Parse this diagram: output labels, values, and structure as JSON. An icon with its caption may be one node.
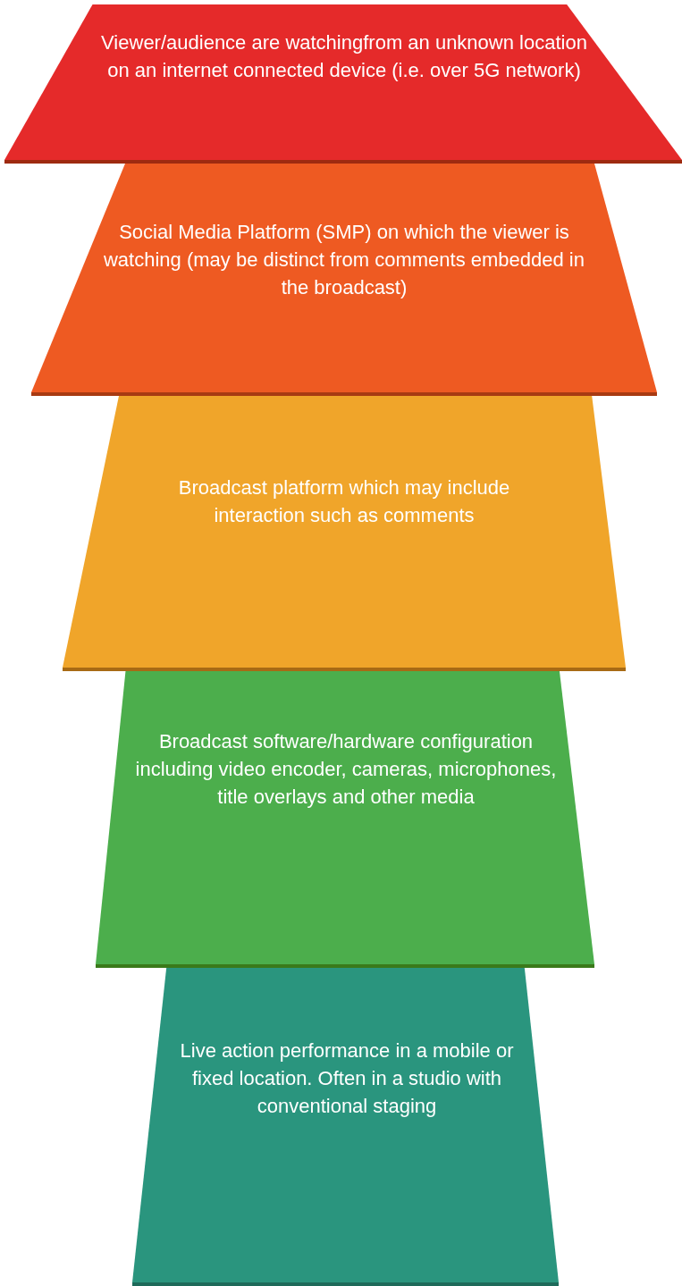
{
  "diagram": {
    "nodes": [
      {
        "text": [
          "Viewer/audience are watchingfrom an unknown location on an internet connected device (i.e. over 5G network)"
        ]
      },
      {
        "text": [
          "Social Media Platform (SMP) on which the viewer is watching (may be distinct from comments embedded in the broadcast)"
        ]
      },
      {
        "text": [
          "Broadcast platform which may include interaction such as comments"
        ]
      },
      {
        "text": [
          "Broadcast software/hardware configuration including video encoder, cameras, microphones, title overlays and other media"
        ]
      },
      {
        "text": [
          "Live action performance in a mobile or fixed location. Often in a studio with conventional staging"
        ]
      }
    ]
  }
}
